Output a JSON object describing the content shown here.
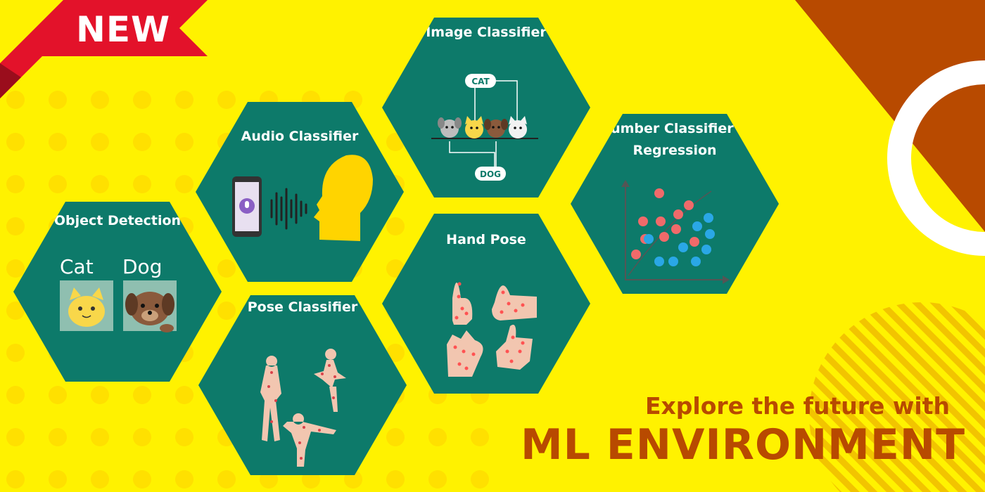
{
  "ribbon": {
    "label": "NEW"
  },
  "colors": {
    "background": "#fff200",
    "hexagon": "#0d7a6a",
    "accent": "#b84a00",
    "ribbon": "#e3122a"
  },
  "cards": {
    "object_detection": {
      "title": "Object Detection",
      "label_left": "Cat",
      "label_right": "Dog"
    },
    "audio_classifier": {
      "title": "Audio Classifier"
    },
    "image_classifier": {
      "title": "Image Classifier",
      "tag_top": "CAT",
      "tag_bottom": "DOG"
    },
    "number_classifier": {
      "title": "Number Classifier & Regression"
    },
    "hand_pose": {
      "title": "Hand Pose"
    },
    "pose_classifier": {
      "title": "Pose Classifier"
    }
  },
  "tagline": "Explore the future with",
  "headline": "ML ENVIRONMENT"
}
